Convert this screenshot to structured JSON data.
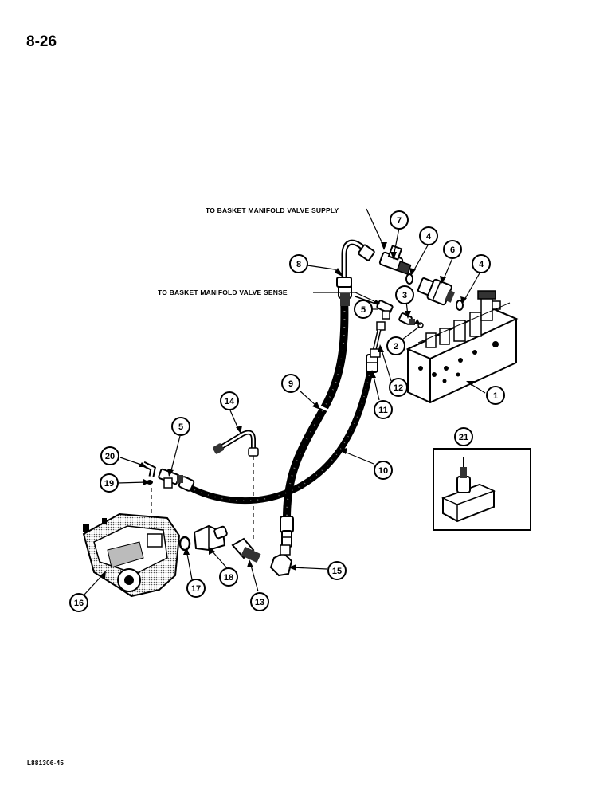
{
  "page_number": "8-26",
  "figure_code": "L881306-45",
  "notes": {
    "supply": "TO BASKET MANIFOLD VALVE SUPPLY",
    "sense": "TO BASKET MANIFOLD VALVE SENSE"
  },
  "callouts": {
    "c1": "1",
    "c2": "2",
    "c3": "3",
    "c4a": "4",
    "c4b": "4",
    "c5a": "5",
    "c5b": "5",
    "c6": "6",
    "c7": "7",
    "c8": "8",
    "c9": "9",
    "c10": "10",
    "c11": "11",
    "c12": "12",
    "c13": "13",
    "c14": "14",
    "c15": "15",
    "c16": "16",
    "c17": "17",
    "c18": "18",
    "c19": "19",
    "c20": "20",
    "c21": "21"
  },
  "colors": {
    "ink": "#000000",
    "paper": "#ffffff",
    "mid": "#9a9a9a",
    "light": "#d8d8d8"
  }
}
